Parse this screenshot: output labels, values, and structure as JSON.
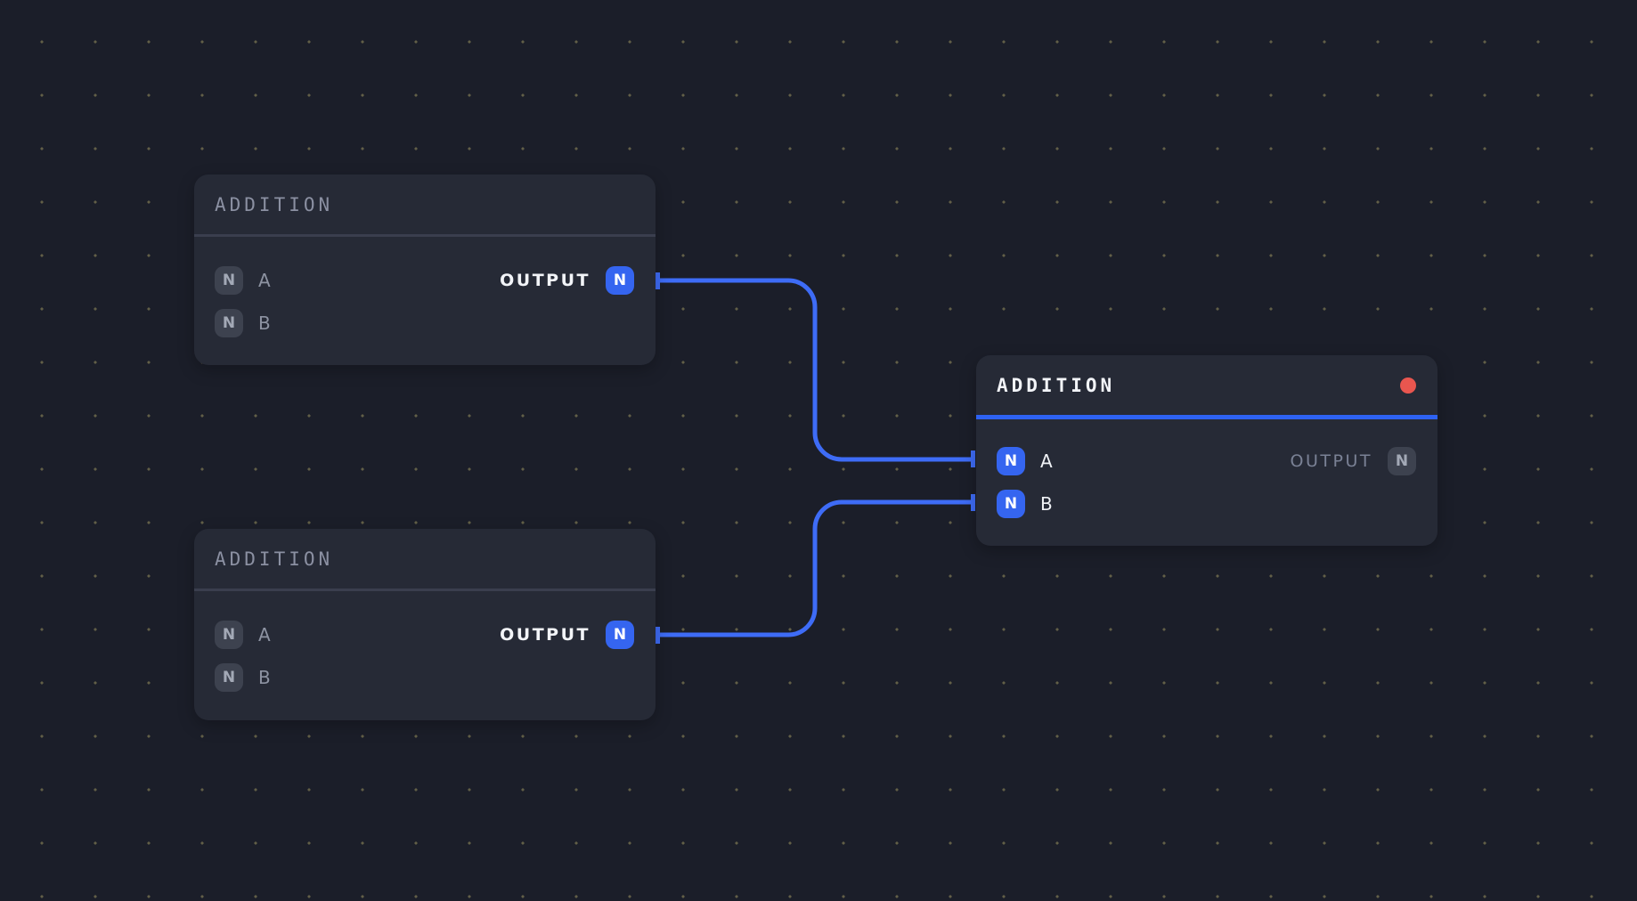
{
  "canvas": {
    "background": "#1b1e29",
    "dot_color": "#625f47"
  },
  "colors": {
    "accent_blue": "#3565f0",
    "wire_blue": "#3e6cf6",
    "selection_blue": "#2e62f2",
    "status_red": "#e9564f",
    "node_background": "#262a36"
  },
  "nodes": [
    {
      "title": "ADDITION",
      "selected": false,
      "inputs": [
        {
          "type": "N",
          "label": "A",
          "connected": false
        },
        {
          "type": "N",
          "label": "B",
          "connected": false
        }
      ],
      "output": {
        "label": "OUTPUT",
        "type": "N",
        "connected": true
      }
    },
    {
      "title": "ADDITION",
      "selected": false,
      "inputs": [
        {
          "type": "N",
          "label": "A",
          "connected": false
        },
        {
          "type": "N",
          "label": "B",
          "connected": false
        }
      ],
      "output": {
        "label": "OUTPUT",
        "type": "N",
        "connected": true
      }
    },
    {
      "title": "ADDITION",
      "selected": true,
      "has_status_dot": true,
      "inputs": [
        {
          "type": "N",
          "label": "A",
          "connected": true
        },
        {
          "type": "N",
          "label": "B",
          "connected": true
        }
      ],
      "output": {
        "label": "OUTPUT",
        "type": "N",
        "connected": false
      }
    }
  ],
  "wires": [
    {
      "from": "addition-1.output",
      "to": "addition-3.input-a"
    },
    {
      "from": "addition-2.output",
      "to": "addition-3.input-b"
    }
  ]
}
